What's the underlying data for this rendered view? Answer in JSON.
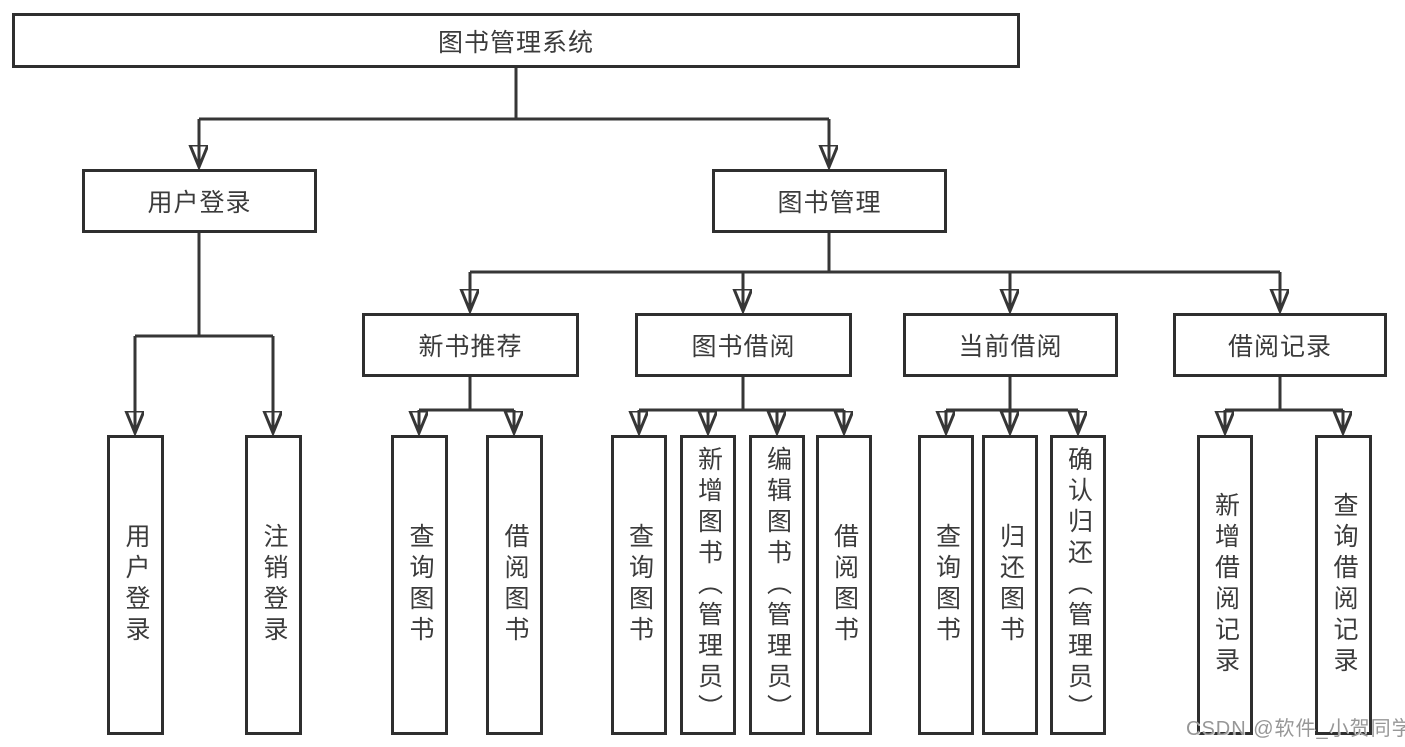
{
  "tree": {
    "root": {
      "label": "图书管理系统",
      "children": [
        {
          "label": "用户登录",
          "children": [
            {
              "label": "用户登录"
            },
            {
              "label": "注销登录"
            }
          ]
        },
        {
          "label": "图书管理",
          "children": [
            {
              "label": "新书推荐",
              "children": [
                {
                  "label": "查询图书"
                },
                {
                  "label": "借阅图书"
                }
              ]
            },
            {
              "label": "图书借阅",
              "children": [
                {
                  "label": "查询图书"
                },
                {
                  "label": "新增图书（管理员）"
                },
                {
                  "label": "编辑图书（管理员）"
                },
                {
                  "label": "借阅图书"
                }
              ]
            },
            {
              "label": "当前借阅",
              "children": [
                {
                  "label": "查询图书"
                },
                {
                  "label": "归还图书"
                },
                {
                  "label": "确认归还（管理员）"
                }
              ]
            },
            {
              "label": "借阅记录",
              "children": [
                {
                  "label": "新增借阅记录"
                },
                {
                  "label": "查询借阅记录"
                }
              ]
            }
          ]
        }
      ]
    }
  },
  "watermark": {
    "text": "CSDN @软件_小贺同学"
  },
  "colors": {
    "line": "#363636",
    "border": "#2f2f2f",
    "text": "#3b3b3b",
    "watermark": "#979797",
    "background": "#ffffff"
  }
}
